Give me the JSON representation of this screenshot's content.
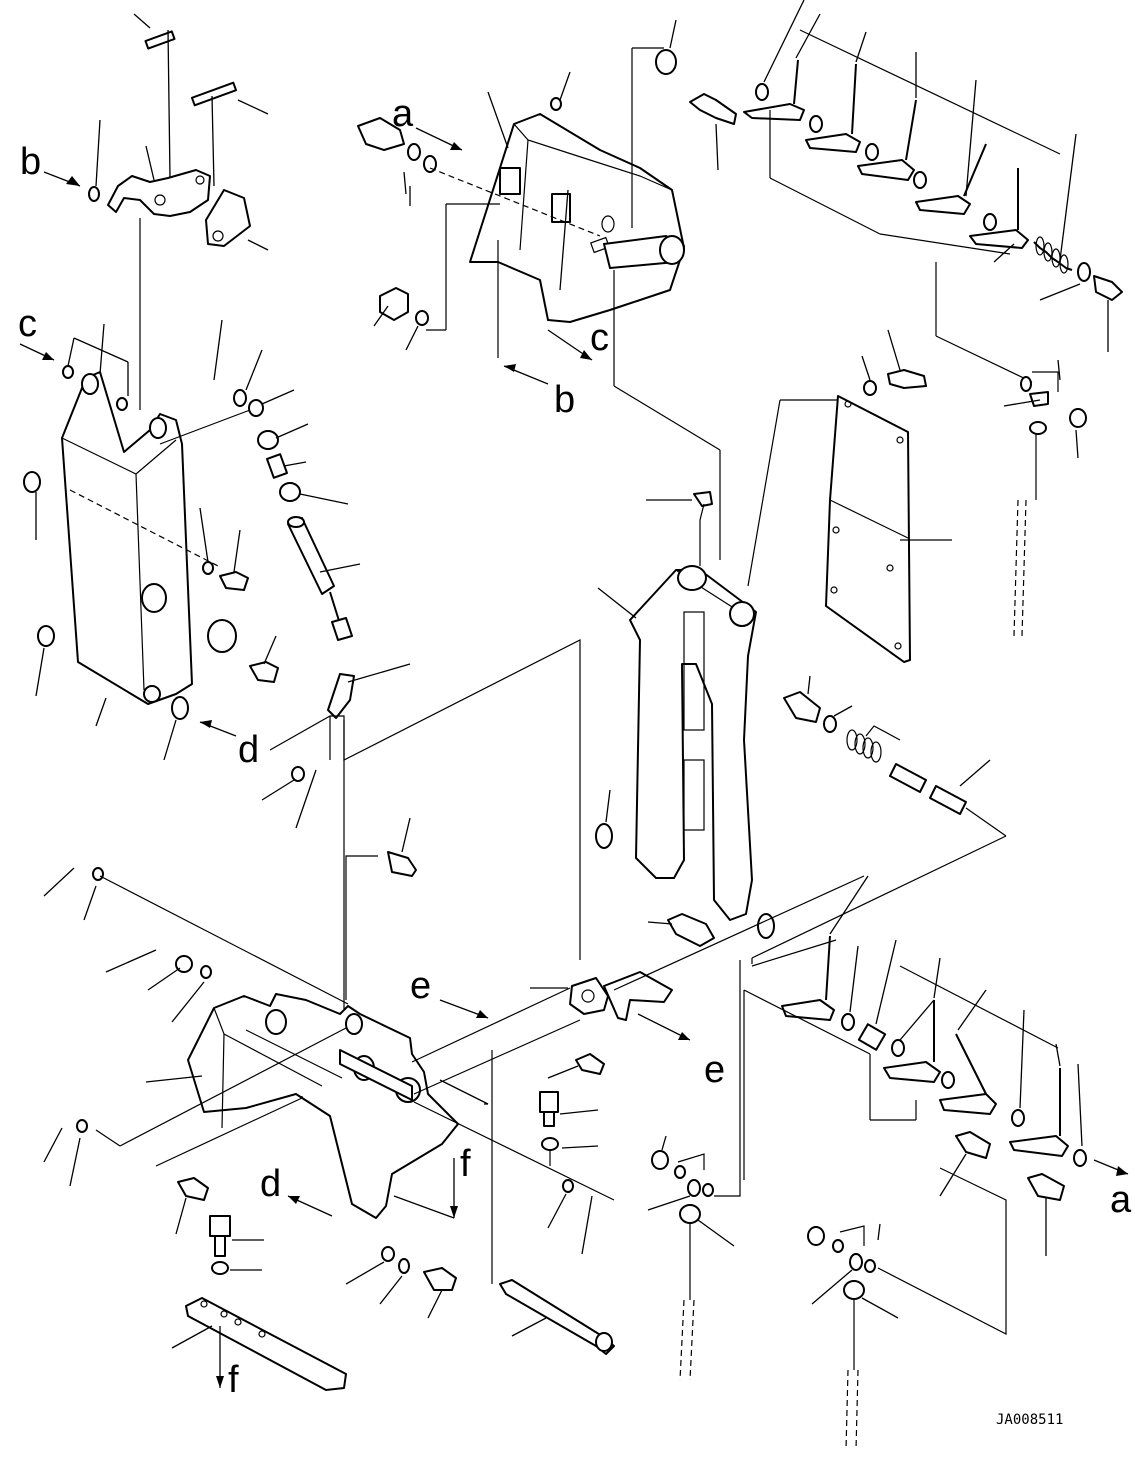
{
  "diagram": {
    "drawing_code": "JA008511",
    "reference_letters": [
      {
        "id": "a1",
        "text": "a"
      },
      {
        "id": "a2",
        "text": "a"
      },
      {
        "id": "b1",
        "text": "b"
      },
      {
        "id": "b2",
        "text": "b"
      },
      {
        "id": "c1",
        "text": "c"
      },
      {
        "id": "c2",
        "text": "c"
      },
      {
        "id": "d1",
        "text": "d"
      },
      {
        "id": "d2",
        "text": "d"
      },
      {
        "id": "e1",
        "text": "e"
      },
      {
        "id": "e2",
        "text": "e"
      },
      {
        "id": "f1",
        "text": "f"
      },
      {
        "id": "f2",
        "text": "f"
      }
    ]
  }
}
